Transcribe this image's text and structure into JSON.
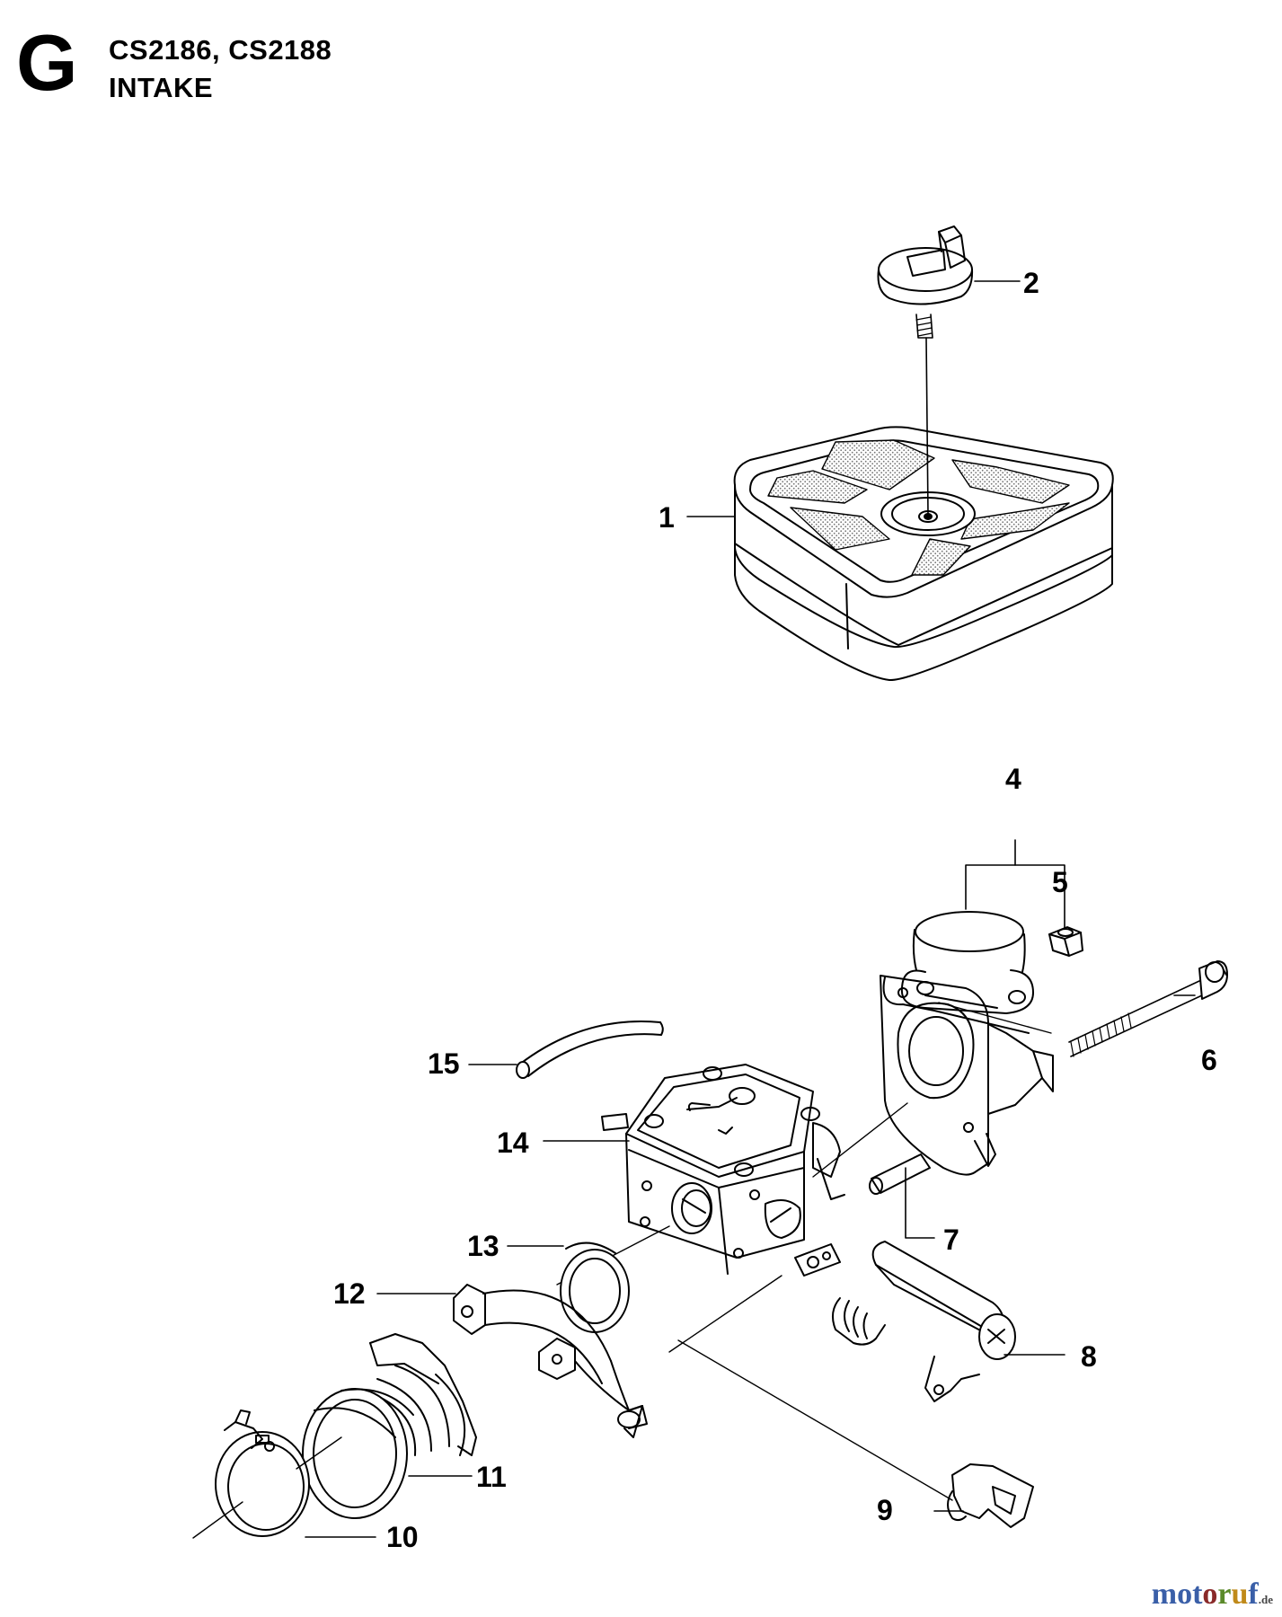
{
  "header": {
    "section_letter": "G",
    "models": "CS2186, CS2188",
    "title": "INTAKE"
  },
  "callouts": [
    "1",
    "2",
    "4",
    "5",
    "6",
    "7",
    "8",
    "9",
    "10",
    "11",
    "12",
    "13",
    "14",
    "15"
  ],
  "watermark": {
    "letters": [
      {
        "ch": "m",
        "color": "#3a5fa8"
      },
      {
        "ch": "o",
        "color": "#3a5fa8"
      },
      {
        "ch": "t",
        "color": "#3a5fa8"
      },
      {
        "ch": "o",
        "color": "#8a2a2a"
      },
      {
        "ch": "r",
        "color": "#5b8a2a"
      },
      {
        "ch": "u",
        "color": "#c08a1a"
      },
      {
        "ch": "f",
        "color": "#3a5fa8"
      }
    ],
    "suffix": ".de"
  }
}
